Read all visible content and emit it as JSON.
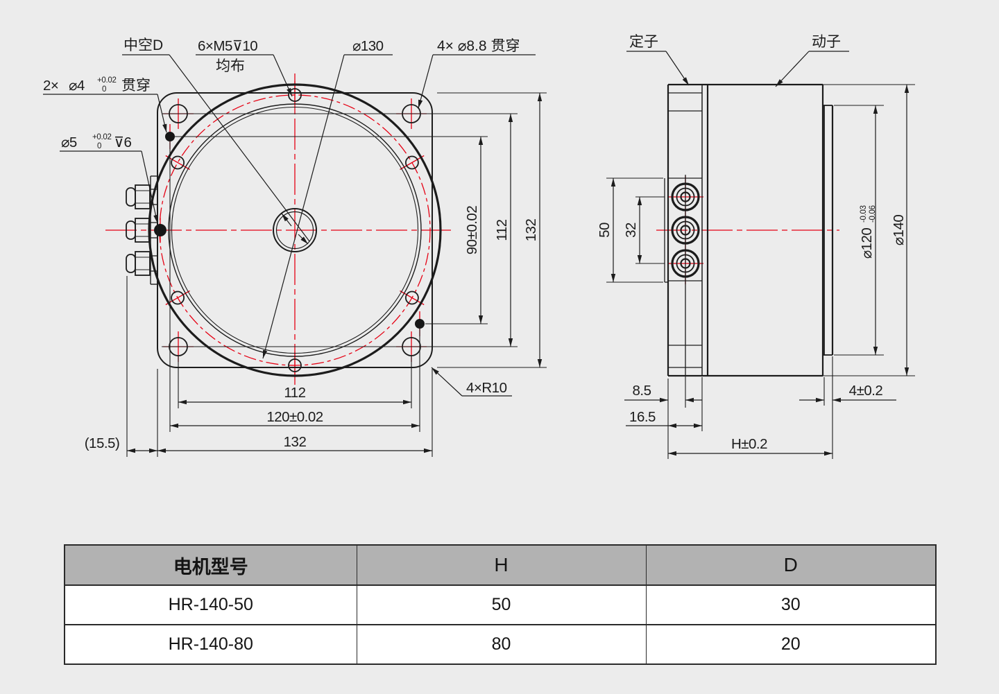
{
  "drawing": {
    "front": {
      "labels": {
        "hollow": "中空D",
        "m5": "6×M5⊽10",
        "m5_sub": "均布",
        "d130": "⌀130",
        "d88": "4× ⌀8.8 贯穿",
        "d4_prefix": "2×",
        "d4": "⌀4",
        "tol_p": "+0.02",
        "tol_z": "0",
        "d4_suffix": "贯穿",
        "d5": "⌀5",
        "d5_suffix": "⊽6",
        "r10": "4×R10"
      },
      "dims": {
        "v90": "90±0.02",
        "v112": "112",
        "v132": "132",
        "b112": "112",
        "b120": "120±0.02",
        "b132": "132",
        "b155": "(15.5)"
      }
    },
    "side": {
      "labels": {
        "stator": "定子",
        "mover": "动子"
      },
      "dims": {
        "v50": "50",
        "v32": "32",
        "d120": "⌀120",
        "d120_tp": "-0.03",
        "d120_tb": "-0.06",
        "d140": "⌀140",
        "b85": "8.5",
        "b165": "16.5",
        "bH": "H±0.2",
        "b4": "4±0.2"
      }
    }
  },
  "table": {
    "headers": [
      "电机型号",
      "H",
      "D"
    ],
    "rows": [
      [
        "HR-140-50",
        "50",
        "30"
      ],
      [
        "HR-140-80",
        "80",
        "20"
      ]
    ]
  },
  "colors": {
    "red": "#e60013",
    "line": "#1c1c1c",
    "bg": "#ececec",
    "header_bg": "#b2b2b2"
  }
}
